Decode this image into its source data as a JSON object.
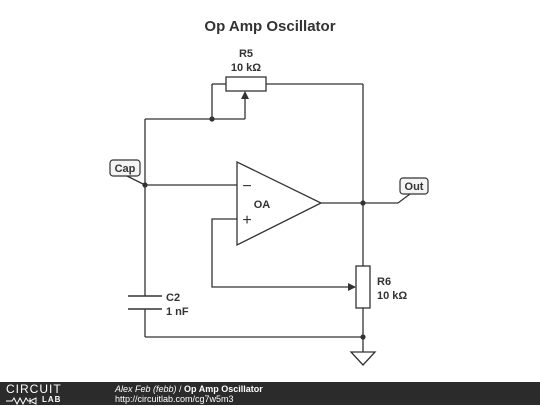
{
  "title": "Op Amp Oscillator",
  "components": {
    "r5": {
      "name": "R5",
      "value": "10 kΩ"
    },
    "r6": {
      "name": "R6",
      "value": "10 kΩ"
    },
    "c2": {
      "name": "C2",
      "value": "1 nF"
    },
    "oa": {
      "name": "OA",
      "inverting_sign": "−",
      "noninverting_sign": "+"
    }
  },
  "net_labels": {
    "cap": "Cap",
    "out": "Out"
  },
  "footer": {
    "logo_top": "CIRCUIT",
    "logo_bottom": "LAB",
    "author": "Alex Feb (febb)",
    "separator": " / ",
    "title": "Op Amp Oscillator",
    "url": "http://circuitlab.com/cg7w5m3"
  },
  "colors": {
    "wire": "#333333",
    "footer_bg": "#2b2b2b",
    "label_fill": "#f4f4f4"
  }
}
